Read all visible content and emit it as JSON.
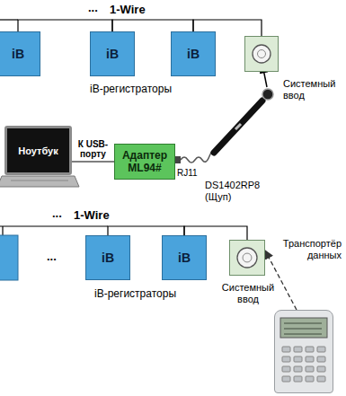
{
  "diagram": {
    "nodes": [
      {
        "text": [
          "iB"
        ]
      },
      {
        "text": [
          "iB"
        ]
      },
      {
        "text": [
          "iB"
        ]
      },
      {
        "text": [
          "Системный ввод"
        ]
      },
      {
        "text": [
          "Ноутбук"
        ]
      },
      {
        "text": [
          "Адаптер ML94#"
        ]
      },
      {
        "text": [
          "iB"
        ]
      },
      {
        "text": [
          "iB"
        ]
      },
      {
        "text": [
          "Системный ввод"
        ]
      },
      {
        "text": [
          "Транспортёр данных"
        ]
      }
    ],
    "edges": [
      {
        "from": 0,
        "to": 1,
        "arrow": "none"
      },
      {
        "from": 1,
        "to": 2,
        "arrow": "none"
      },
      {
        "from": 2,
        "to": 3,
        "arrow": "none"
      },
      {
        "from": 4,
        "to": 5,
        "label": "К USB-порту",
        "arrow": "none"
      },
      {
        "from": 6,
        "to": 7,
        "arrow": "none"
      },
      {
        "from": 7,
        "to": 8,
        "arrow": "none"
      },
      {
        "from": 9,
        "to": 8,
        "arrow": "to"
      }
    ],
    "labels": [
      "...",
      "1-Wire",
      "iB-регистраторы",
      "RJ11",
      "DS1402RP8 (Щуп)",
      "...",
      "1-Wire",
      "...",
      "iB-регистраторы"
    ]
  }
}
